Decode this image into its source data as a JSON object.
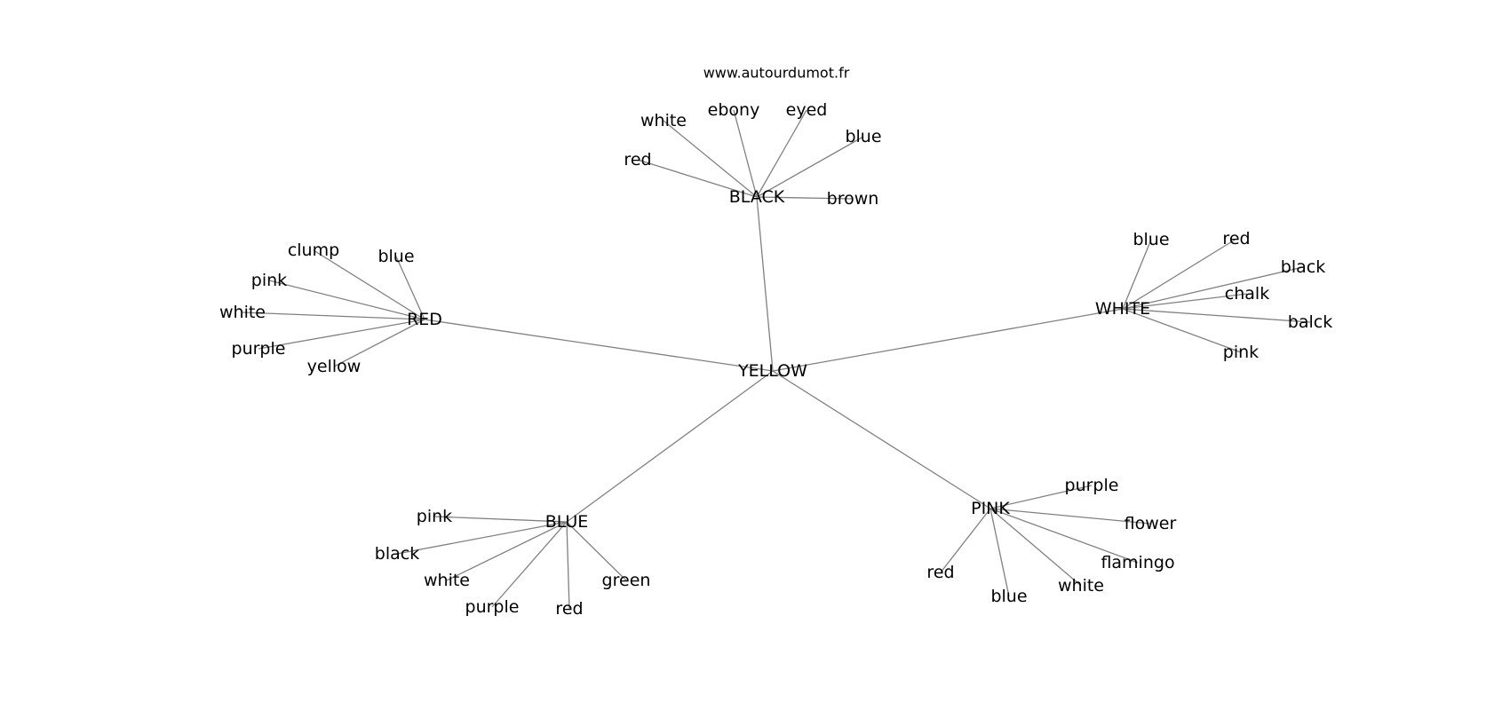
{
  "source_text": "www.autourdumot.fr",
  "colors": {
    "edge": "#808080",
    "text": "#000000",
    "background": "#ffffff"
  },
  "center": {
    "label": "YELLOW"
  },
  "hubs": [
    {
      "id": "black",
      "label": "BLACK",
      "leaves": [
        "red",
        "white",
        "ebony",
        "eyed",
        "blue",
        "brown"
      ]
    },
    {
      "id": "red",
      "label": "RED",
      "leaves": [
        "clump",
        "blue",
        "pink",
        "white",
        "purple",
        "yellow"
      ]
    },
    {
      "id": "white",
      "label": "WHITE",
      "leaves": [
        "blue",
        "red",
        "black",
        "chalk",
        "balck",
        "pink"
      ]
    },
    {
      "id": "blue",
      "label": "BLUE",
      "leaves": [
        "pink",
        "black",
        "white",
        "purple",
        "red",
        "green"
      ]
    },
    {
      "id": "pink",
      "label": "PINK",
      "leaves": [
        "purple",
        "flower",
        "flamingo",
        "white",
        "blue",
        "red"
      ]
    }
  ]
}
